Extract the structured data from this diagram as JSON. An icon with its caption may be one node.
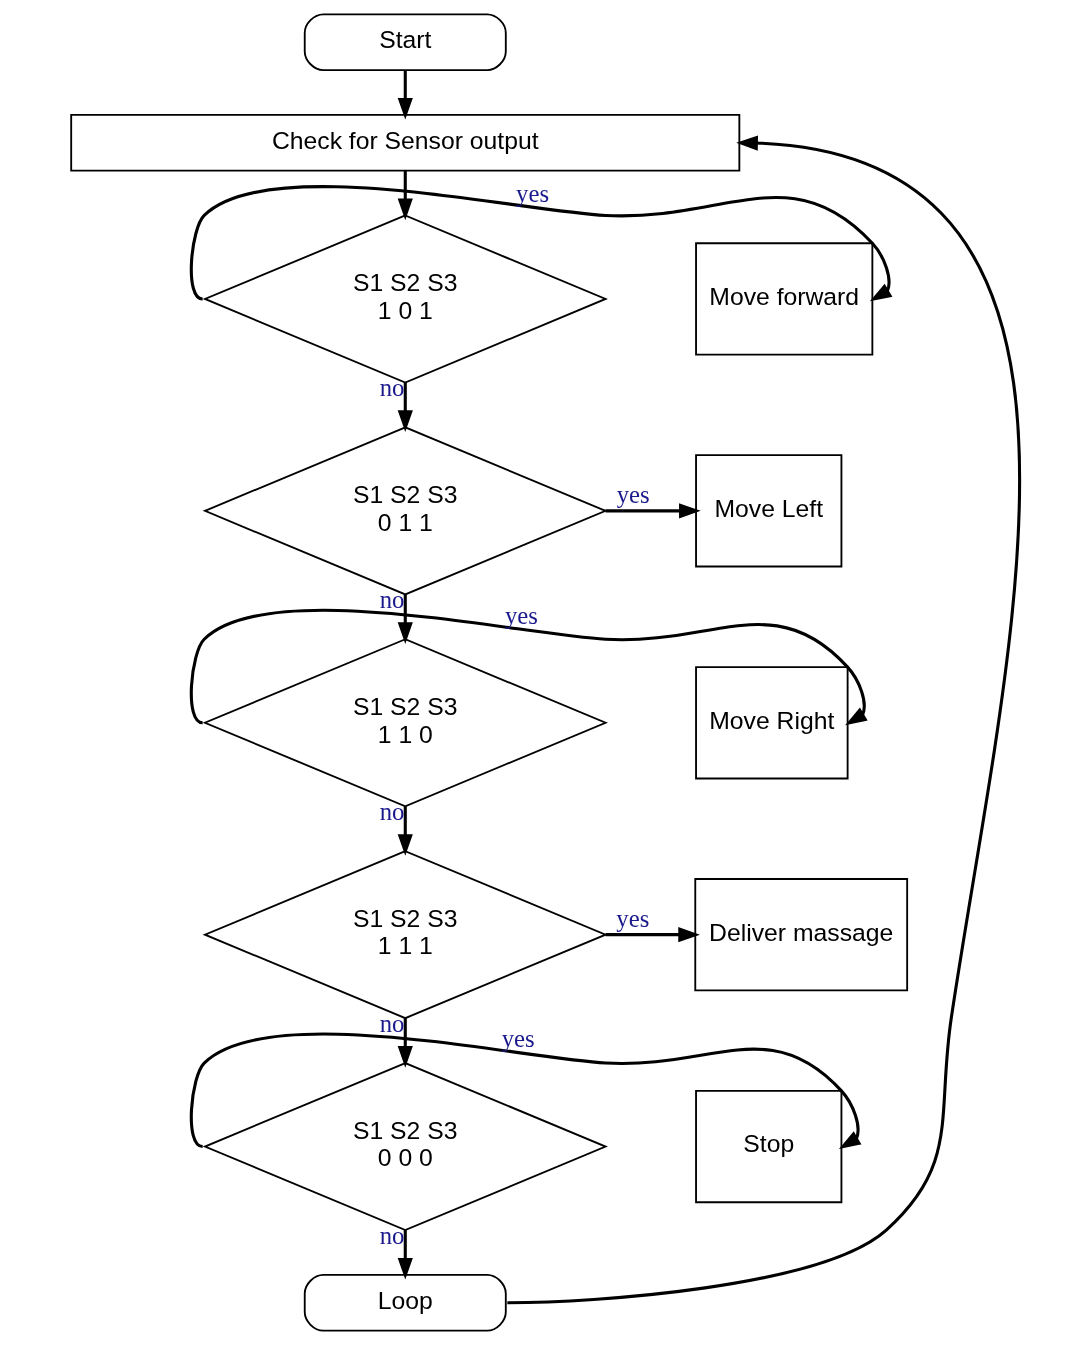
{
  "diagram": {
    "nodes": [
      {
        "text": [
          "Start"
        ]
      },
      {
        "text": [
          "Check for Sensor output"
        ]
      },
      {
        "text": [
          "S1 S2 S3",
          "1 0 1"
        ]
      },
      {
        "text": [
          "Move forward"
        ]
      },
      {
        "text": [
          "S1 S2 S3",
          "0 1 1"
        ]
      },
      {
        "text": [
          "Move Left"
        ]
      },
      {
        "text": [
          "S1 S2 S3",
          "1 1 0"
        ]
      },
      {
        "text": [
          "Move Right"
        ]
      },
      {
        "text": [
          "S1 S2 S3",
          "1 1 1"
        ]
      },
      {
        "text": [
          "Deliver massage"
        ]
      },
      {
        "text": [
          "S1 S2 S3",
          "0 0 0"
        ]
      },
      {
        "text": [
          "Stop"
        ]
      },
      {
        "text": [
          "Loop"
        ]
      }
    ],
    "edges": [
      {
        "from": 0,
        "to": 1,
        "arrow": "to"
      },
      {
        "from": 1,
        "to": 2,
        "arrow": "to"
      },
      {
        "from": 2,
        "to": 3,
        "arrow": "to",
        "label": "yes"
      },
      {
        "from": 2,
        "to": 4,
        "arrow": "to",
        "label": "no"
      },
      {
        "from": 4,
        "to": 5,
        "arrow": "to",
        "label": "yes"
      },
      {
        "from": 4,
        "to": 6,
        "arrow": "to",
        "label": "no"
      },
      {
        "from": 6,
        "to": 7,
        "arrow": "to",
        "label": "yes"
      },
      {
        "from": 6,
        "to": 8,
        "arrow": "to",
        "label": "no"
      },
      {
        "from": 8,
        "to": 9,
        "arrow": "to",
        "label": "yes"
      },
      {
        "from": 8,
        "to": 10,
        "arrow": "to",
        "label": "no"
      },
      {
        "from": 10,
        "to": 11,
        "arrow": "to",
        "label": "yes"
      },
      {
        "from": 10,
        "to": 12,
        "arrow": "to",
        "label": "no"
      },
      {
        "from": 12,
        "to": 1,
        "arrow": "to"
      }
    ]
  }
}
